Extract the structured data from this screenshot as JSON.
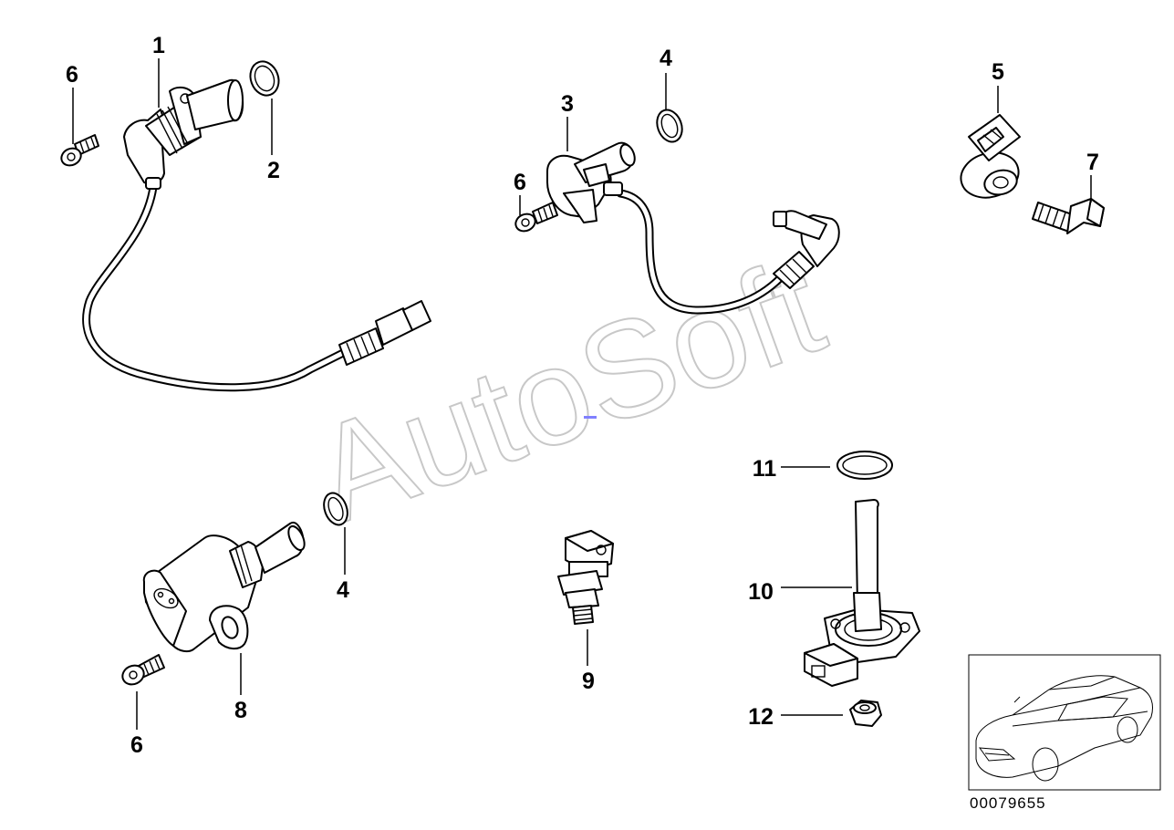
{
  "watermark": "AutoSoft",
  "drawing_number": "00079655",
  "callouts": {
    "c1": "1",
    "c2": "2",
    "c3": "3",
    "c4a": "4",
    "c4b": "4",
    "c5": "5",
    "c6a": "6",
    "c6b": "6",
    "c6c": "6",
    "c7": "7",
    "c8": "8",
    "c9": "9",
    "c10": "10",
    "c11": "11",
    "c12": "12"
  },
  "colors": {
    "line": "#000000",
    "background": "#ffffff",
    "watermark": "#c8c8c8",
    "marker": "#8080ff"
  }
}
